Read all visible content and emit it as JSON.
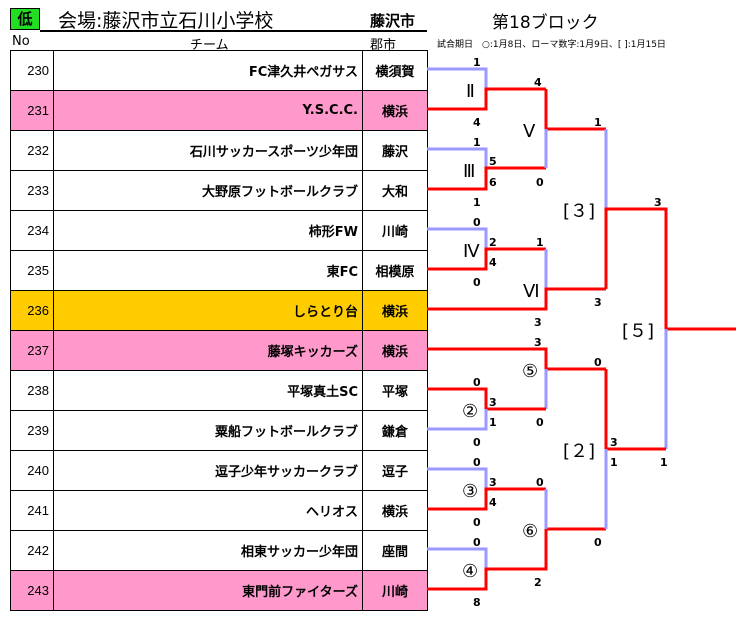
{
  "header": {
    "level": "低",
    "venue": "会場:藤沢市立石川小学校",
    "city": "藤沢市",
    "block": "第18ブロック",
    "col_no": "No",
    "col_team": "チーム",
    "col_city": "郡市",
    "note": "試合期日　○:1月8日、ローマ数字:1月9日、[ ]:1月15日"
  },
  "teams": [
    {
      "no": "230",
      "name": "FC津久井ペガサス",
      "city": "横須賀",
      "hl": ""
    },
    {
      "no": "231",
      "name": "Y.S.C.C.",
      "city": "横浜",
      "hl": "pink"
    },
    {
      "no": "232",
      "name": "石川サッカースポーツ少年団",
      "city": "藤沢",
      "hl": ""
    },
    {
      "no": "233",
      "name": "大野原フットボールクラブ",
      "city": "大和",
      "hl": ""
    },
    {
      "no": "234",
      "name": "柿形FW",
      "city": "川崎",
      "hl": ""
    },
    {
      "no": "235",
      "name": "東FC",
      "city": "相模原",
      "hl": ""
    },
    {
      "no": "236",
      "name": "しらとり台",
      "city": "横浜",
      "hl": "orange"
    },
    {
      "no": "237",
      "name": "藤塚キッカーズ",
      "city": "横浜",
      "hl": "pink"
    },
    {
      "no": "238",
      "name": "平塚真土SC",
      "city": "平塚",
      "hl": ""
    },
    {
      "no": "239",
      "name": "粟船フットボールクラブ",
      "city": "鎌倉",
      "hl": ""
    },
    {
      "no": "240",
      "name": "逗子少年サッカークラブ",
      "city": "逗子",
      "hl": ""
    },
    {
      "no": "241",
      "name": "ヘリオス",
      "city": "横浜",
      "hl": ""
    },
    {
      "no": "242",
      "name": "相東サッカー少年団",
      "city": "座間",
      "hl": ""
    },
    {
      "no": "243",
      "name": "東門前ファイターズ",
      "city": "川崎",
      "hl": "pink"
    }
  ],
  "matches": {
    "m2": {
      "label": "Ⅱ",
      "scores": [
        "1",
        "4"
      ]
    },
    "m3": {
      "label": "Ⅲ",
      "scores": [
        "1",
        "5",
        "6",
        "1"
      ]
    },
    "m5": {
      "label": "Ⅴ",
      "scores": [
        "4",
        "0"
      ]
    },
    "m4": {
      "label": "Ⅳ",
      "scores": [
        "0",
        "2",
        "4",
        "0"
      ]
    },
    "m6": {
      "label": "Ⅵ",
      "scores": [
        "1",
        "3"
      ]
    },
    "s3": {
      "label": "[３]",
      "scores": [
        "1",
        "3"
      ]
    },
    "f5": {
      "label": "[５]",
      "scores": [
        "3",
        "1"
      ]
    },
    "c5": {
      "label": "⑤",
      "scores": [
        "3",
        "0"
      ]
    },
    "c2": {
      "label": "②",
      "scores": [
        "0",
        "3",
        "1",
        "0"
      ]
    },
    "c3": {
      "label": "③",
      "scores": [
        "0",
        "3",
        "4",
        "0"
      ]
    },
    "c4": {
      "label": "④",
      "scores": [
        "0",
        "8"
      ]
    },
    "c6": {
      "label": "⑥",
      "scores": [
        "0",
        "2"
      ]
    },
    "s2": {
      "label": "[２]",
      "scores": [
        "0",
        "3",
        "1",
        "0"
      ]
    }
  },
  "colors": {
    "win": "#ff0000",
    "lose": "#9999ff",
    "pink": "#ff99cc",
    "orange": "#ffcc00"
  }
}
